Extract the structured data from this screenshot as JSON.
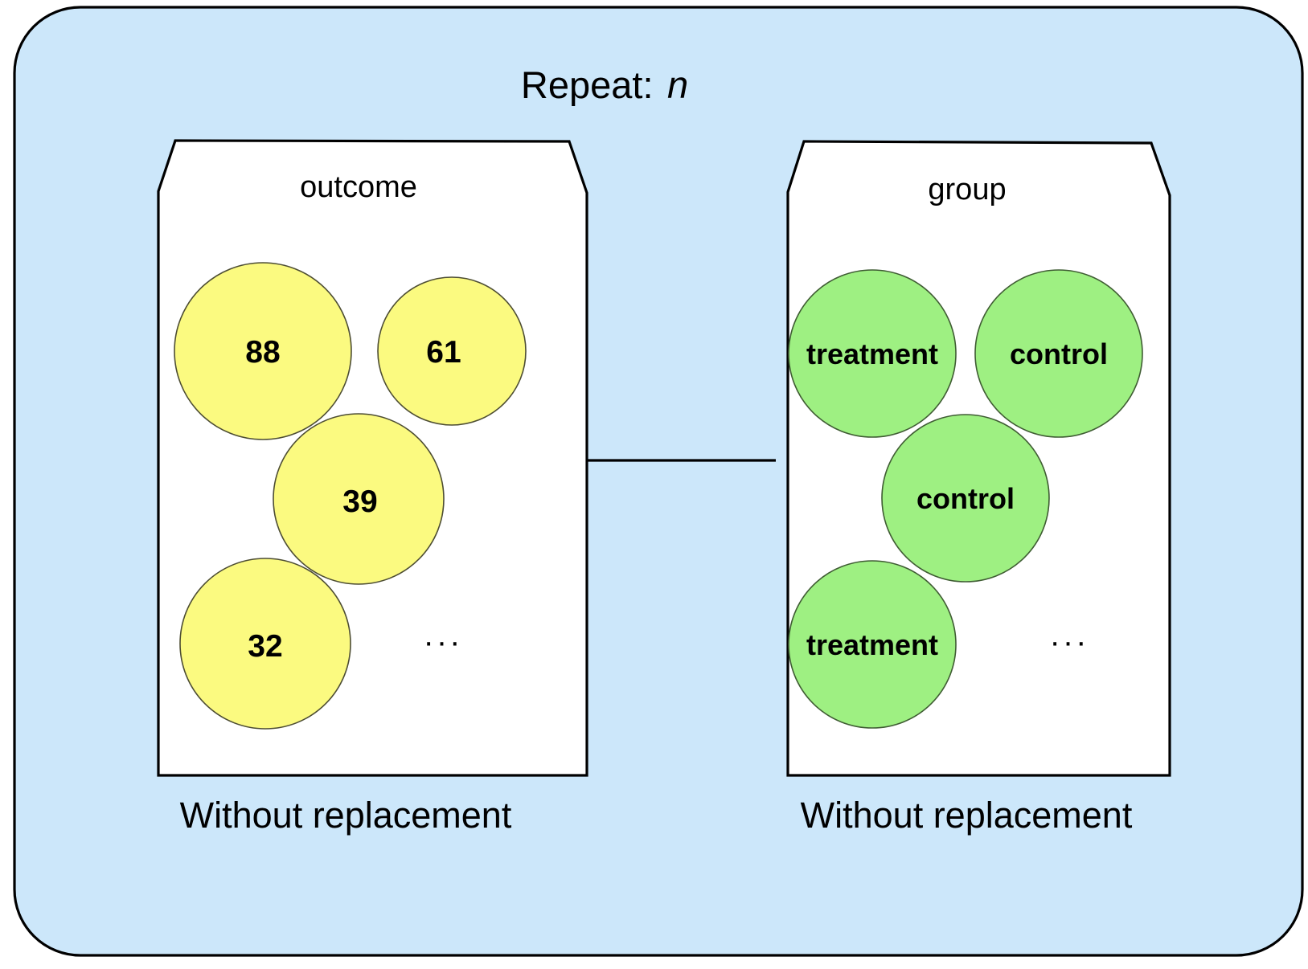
{
  "diagram": {
    "title_prefix": "Repeat:",
    "title_variable": "n",
    "outer_panel_color": "#CCE7FA",
    "outer_panel_border": "#000000",
    "connector": {
      "label": "",
      "from": "outcome-bag",
      "to": "group-bag"
    },
    "bags": [
      {
        "id": "outcome-bag",
        "label": "outcome",
        "footer": "Without replacement",
        "item_color": "#FBFA80",
        "ellipsis": "···",
        "items": [
          {
            "value": "88"
          },
          {
            "value": "61"
          },
          {
            "value": "39"
          },
          {
            "value": "32"
          }
        ]
      },
      {
        "id": "group-bag",
        "label": "group",
        "footer": "Without replacement",
        "item_color": "#9EF082",
        "ellipsis": "···",
        "items": [
          {
            "value": "treatment"
          },
          {
            "value": "control"
          },
          {
            "value": "control"
          },
          {
            "value": "treatment"
          }
        ]
      }
    ]
  }
}
